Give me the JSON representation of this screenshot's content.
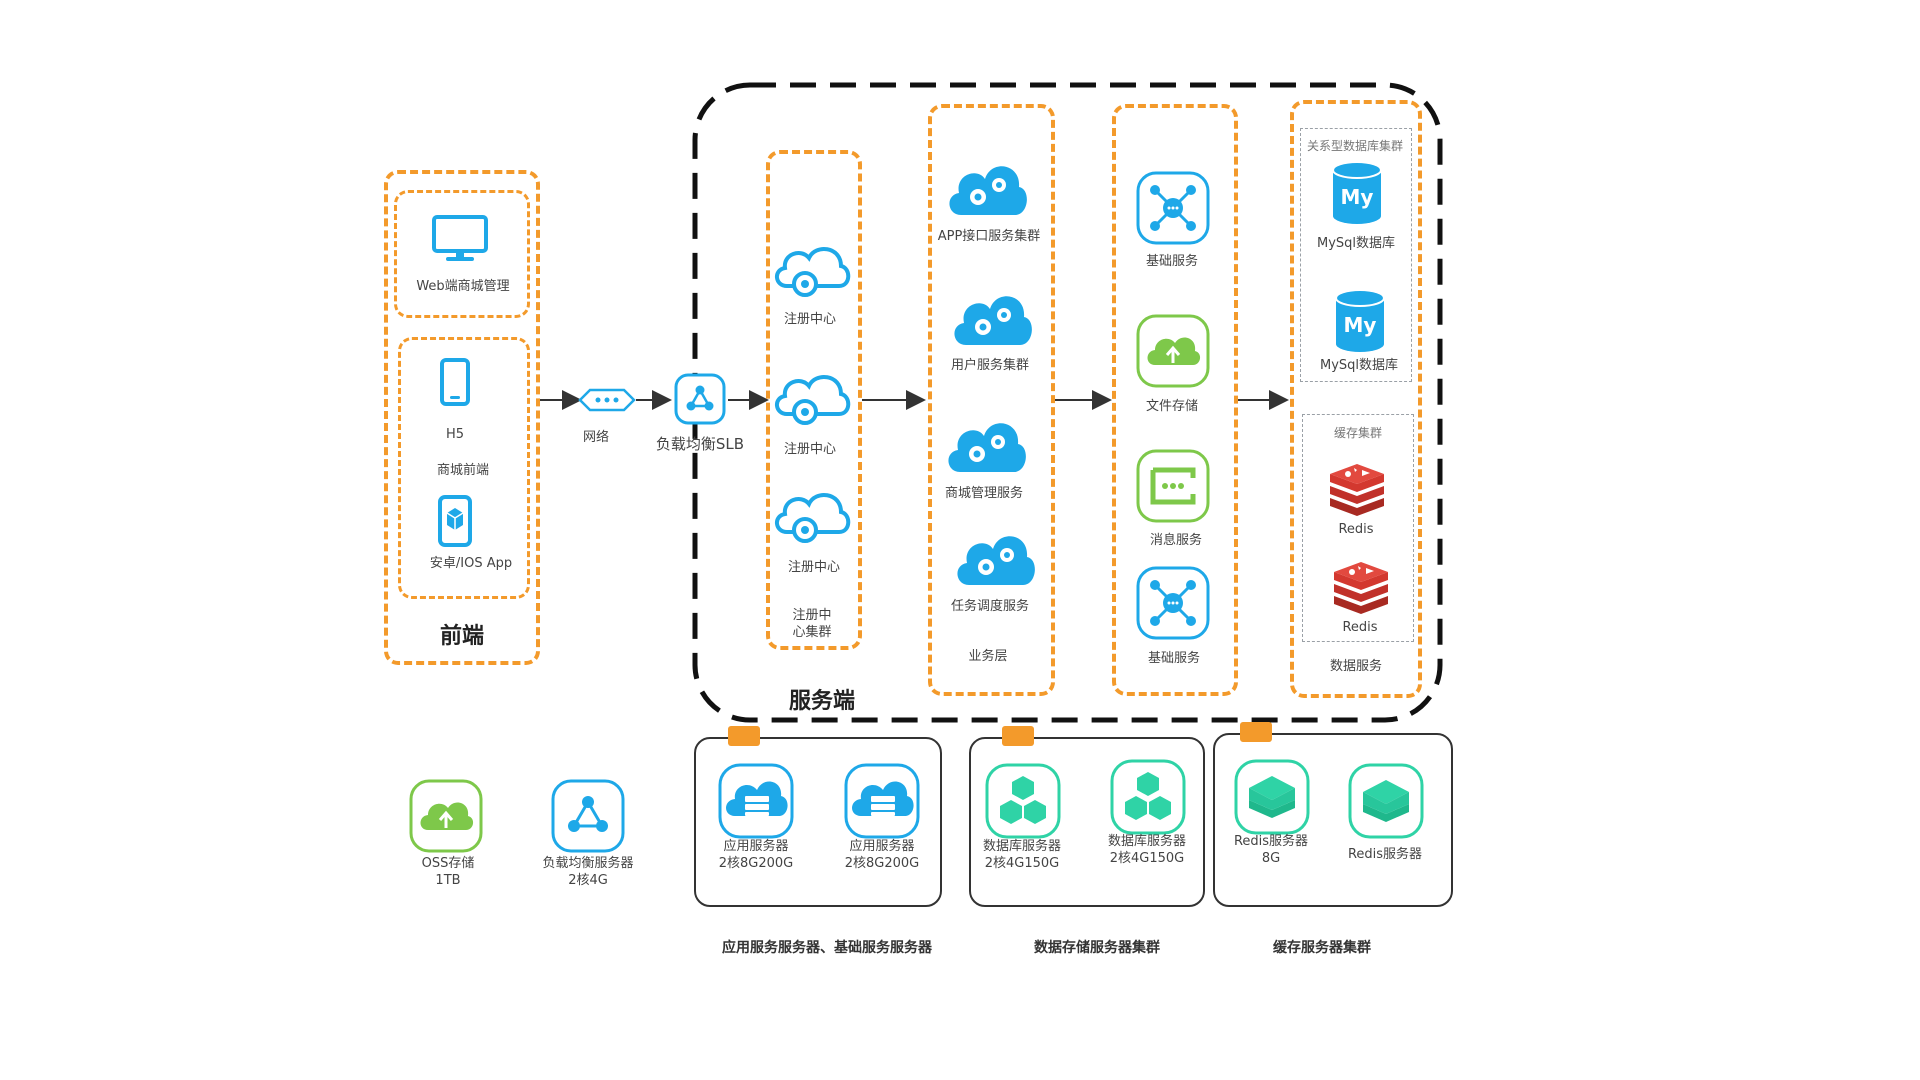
{
  "colors": {
    "accent_orange": "#f39a2b",
    "icon_blue": "#1ea8e8",
    "icon_green": "#7ec84a",
    "icon_teal": "#2fd3a6",
    "redis_red": "#d3382f"
  },
  "frontend": {
    "title": "前端",
    "web_label": "Web端商城管理",
    "h5_label": "H5",
    "mall_label": "商城前端",
    "app_label": "安卓/IOS App"
  },
  "network": {
    "label": "网络"
  },
  "slb": {
    "label": "负载均衡SLB"
  },
  "server": {
    "title": "服务端",
    "registry": {
      "items": [
        "注册中心",
        "注册中心",
        "注册中心"
      ],
      "footer": "注册中\n心集群"
    },
    "business": {
      "items": [
        "APP接口服务集群",
        "用户服务集群",
        "商城管理服务",
        "任务调度服务"
      ],
      "footer": "业务层"
    },
    "base": {
      "items": [
        "基础服务",
        "文件存储",
        "消息服务",
        "基础服务"
      ]
    },
    "data": {
      "relational_title": "关系型数据库集群",
      "mysql": [
        "MySql数据库",
        "MySql数据库"
      ],
      "cache_title": "缓存集群",
      "redis": [
        "Redis",
        "Redis"
      ],
      "footer": "数据服务"
    }
  },
  "standalone": {
    "oss": {
      "name": "OSS存储",
      "spec": "1TB"
    },
    "lb": {
      "name": "负载均衡服务器",
      "spec": "2核4G"
    }
  },
  "clusters": [
    {
      "caption": "应用服务服务器、基础服务服务器",
      "servers": [
        {
          "name": "应用服务器",
          "spec": "2核8G200G"
        },
        {
          "name": "应用服务器",
          "spec": "2核8G200G"
        }
      ]
    },
    {
      "caption": "数据存储服务器集群",
      "servers": [
        {
          "name": "数据库服务器",
          "spec": "2核4G150G"
        },
        {
          "name": "数据库服务器",
          "spec": "2核4G150G"
        }
      ]
    },
    {
      "caption": "缓存服务器集群",
      "servers": [
        {
          "name": "Redis服务器",
          "spec": "8G"
        },
        {
          "name": "Redis服务器",
          "spec": ""
        }
      ]
    }
  ]
}
